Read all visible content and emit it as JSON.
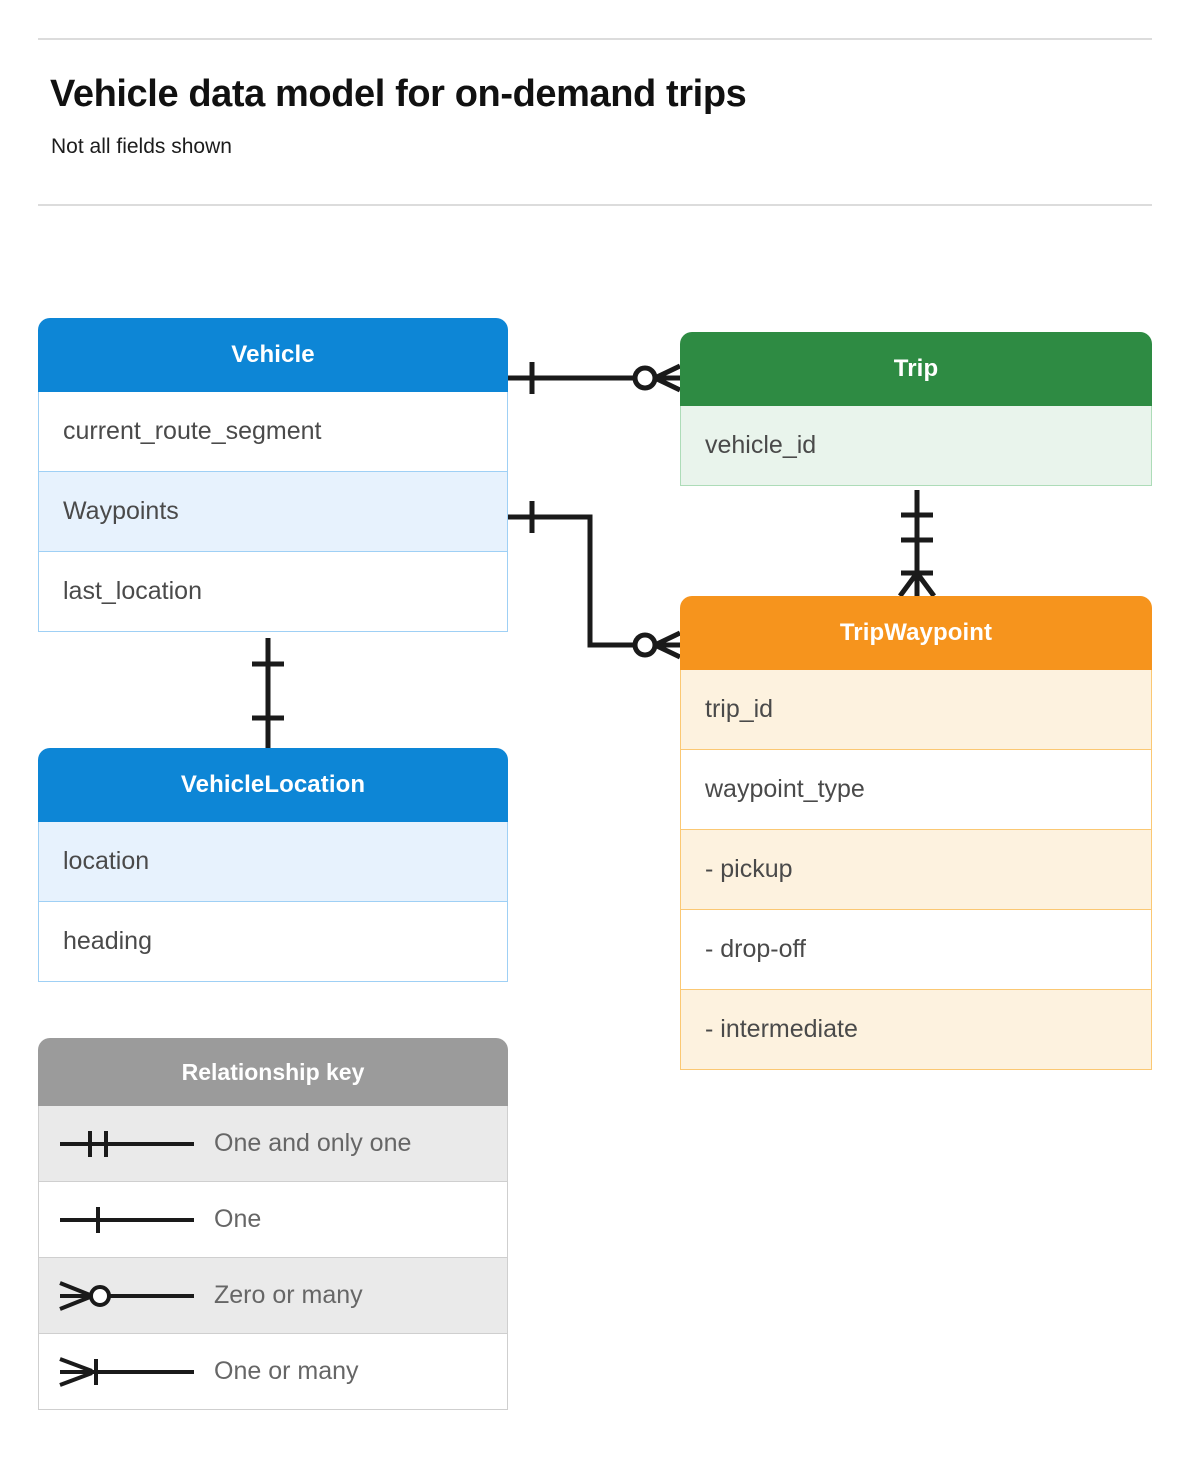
{
  "header": {
    "title": "Vehicle data model for on-demand trips",
    "subtitle": "Not all fields shown"
  },
  "colors": {
    "vehicle": "#0d86d6",
    "trip": "#2e8b43",
    "tripwaypoint": "#f6941d",
    "legend": "#9b9b9b",
    "connector": "#1a1a1a",
    "background": "#ffffff",
    "rule": "#dcdcdc"
  },
  "entities": [
    {
      "id": "vehicle",
      "name": "Vehicle",
      "fields": [
        {
          "label": "current_route_segment",
          "shaded": false
        },
        {
          "label": "Waypoints",
          "shaded": true
        },
        {
          "label": "last_location",
          "shaded": false
        }
      ]
    },
    {
      "id": "vehicle_location",
      "name": "VehicleLocation",
      "fields": [
        {
          "label": "location",
          "shaded": true
        },
        {
          "label": "heading",
          "shaded": false
        }
      ]
    },
    {
      "id": "trip",
      "name": "Trip",
      "fields": [
        {
          "label": "vehicle_id",
          "shaded": true
        }
      ]
    },
    {
      "id": "tripwaypoint",
      "name": "TripWaypoint",
      "fields": [
        {
          "label": "trip_id",
          "shaded": true
        },
        {
          "label": "waypoint_type",
          "shaded": false
        },
        {
          "label": "- pickup",
          "shaded": true
        },
        {
          "label": "- drop-off",
          "shaded": false
        },
        {
          "label": "- intermediate",
          "shaded": true
        }
      ]
    }
  ],
  "relationships": [
    {
      "from": "Vehicle",
      "to": "Trip",
      "from_cardinality": "One",
      "to_cardinality": "Zero or many"
    },
    {
      "from": "Vehicle.Waypoints",
      "to": "TripWaypoint",
      "from_cardinality": "One",
      "to_cardinality": "Zero or many"
    },
    {
      "from": "Trip",
      "to": "TripWaypoint",
      "from_cardinality": "One and only one",
      "to_cardinality": "One or many"
    },
    {
      "from": "Vehicle",
      "to": "VehicleLocation",
      "from_cardinality": "One",
      "to_cardinality": "One"
    }
  ],
  "legend": {
    "title": "Relationship key",
    "rows": [
      {
        "symbol": "one-and-only-one-icon",
        "label": "One and only one",
        "shaded": true
      },
      {
        "symbol": "one-icon",
        "label": "One",
        "shaded": false
      },
      {
        "symbol": "zero-or-many-icon",
        "label": "Zero or many",
        "shaded": true
      },
      {
        "symbol": "one-or-many-icon",
        "label": "One or many",
        "shaded": false
      }
    ]
  }
}
